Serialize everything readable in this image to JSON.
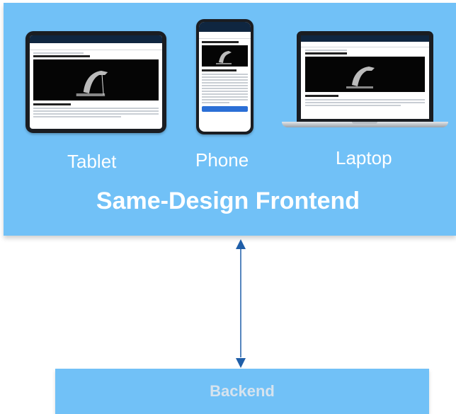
{
  "frontend": {
    "title": "Same-Design Frontend",
    "devices": [
      {
        "name": "tablet",
        "label": "Tablet"
      },
      {
        "name": "phone",
        "label": "Phone"
      },
      {
        "name": "laptop",
        "label": "Laptop"
      }
    ]
  },
  "backend": {
    "label": "Backend"
  },
  "colors": {
    "box_fill": "#71c1f7",
    "arrow": "#1f5ea8",
    "backend_text": "#d6e3ee"
  }
}
